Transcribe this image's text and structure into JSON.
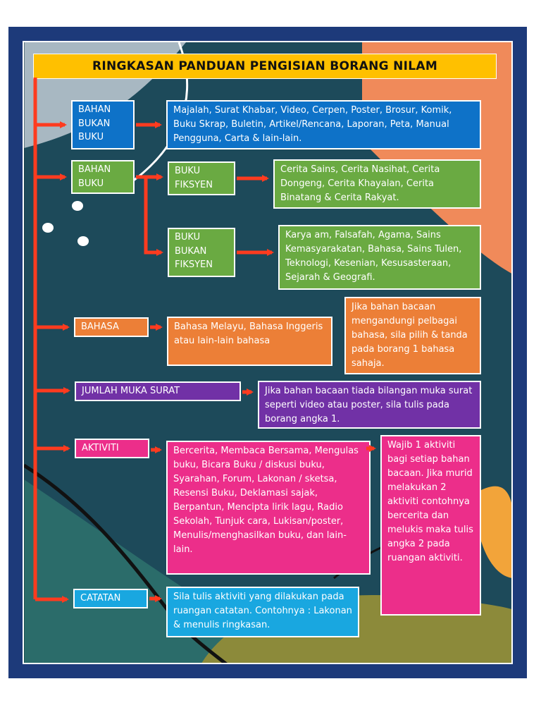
{
  "title": "RINGKASAN PANDUAN PENGISIAN BORANG NILAM",
  "colors": {
    "frame": "#1d3a7a",
    "title_bg": "#ffc000",
    "arrow": "#ff3b1f",
    "blue": "#0e72c8",
    "green": "#6aaa42",
    "orange": "#ec7f37",
    "purple": "#7131a6",
    "pink": "#ec2e8a",
    "cyan": "#19a7e0"
  },
  "rows": {
    "bahan_bukan_buku": {
      "label": "BAHAN BUKAN BUKU",
      "desc": "Majalah, Surat Khabar, Video, Cerpen, Poster, Brosur, Komik, Buku Skrap, Buletin, Artikel/Rencana, Laporan, Peta, Manual Pengguna, Carta & lain-lain."
    },
    "bahan_buku": {
      "label": "BAHAN BUKU",
      "fiksyen_label": "BUKU FIKSYEN",
      "fiksyen_desc": "Cerita Sains, Cerita Nasihat, Cerita Dongeng, Cerita Khayalan, Cerita Binatang & Cerita Rakyat.",
      "bukan_fiksyen_label": "BUKU BUKAN FIKSYEN",
      "bukan_fiksyen_desc": "Karya am, Falsafah, Agama, Sains Kemasyarakatan, Bahasa, Sains Tulen, Teknologi, Kesenian, Kesusasteraan, Sejarah & Geografi."
    },
    "bahasa": {
      "label": "BAHASA",
      "desc": "Bahasa Melayu, Bahasa Inggeris atau lain-lain bahasa",
      "note": "Jika bahan bacaan mengandungi pelbagai bahasa, sila pilih & tanda pada borang 1 bahasa sahaja."
    },
    "jumlah_muka_surat": {
      "label": "JUMLAH MUKA SURAT",
      "desc": "Jika bahan bacaan tiada bilangan muka surat seperti video atau poster, sila tulis pada borang angka 1."
    },
    "aktiviti": {
      "label": "AKTIVITI",
      "desc": "Bercerita, Membaca Bersama, Mengulas buku, Bicara Buku / diskusi buku, Syarahan, Forum, Lakonan / sketsa, Resensi Buku, Deklamasi sajak, Berpantun, Mencipta lirik lagu, Radio Sekolah, Tunjuk cara, Lukisan/poster, Menulis/menghasilkan buku, dan lain-lain.",
      "note": "Wajib 1 aktiviti bagi setiap bahan bacaan. Jika murid melakukan 2 aktiviti contohnya bercerita dan melukis maka tulis angka 2 pada ruangan aktiviti."
    },
    "catatan": {
      "label": "CATATAN",
      "desc": "Sila tulis aktiviti yang dilakukan pada ruangan catatan. Contohnya : Lakonan & menulis ringkasan."
    }
  }
}
